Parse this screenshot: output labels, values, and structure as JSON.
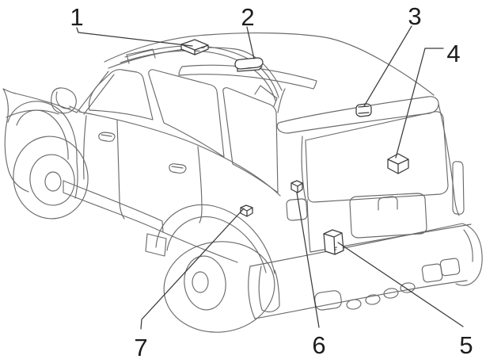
{
  "colors": {
    "background": "#ffffff",
    "line": "#6b6b6b",
    "marker": "#3a3a3a",
    "label": "#1d1d1d"
  },
  "figure": {
    "type": "component-location-diagram",
    "subject": "SUV rear three-quarter line drawing with numbered component location markers",
    "callout_count": "7"
  },
  "callouts": [
    {
      "label": "1",
      "marker_location": "front of roof"
    },
    {
      "label": "2",
      "marker_location": "center of roof"
    },
    {
      "label": "3",
      "marker_location": "rear spoiler"
    },
    {
      "label": "4",
      "marker_location": "upper rear window"
    },
    {
      "label": "5",
      "marker_location": "tailgate"
    },
    {
      "label": "6",
      "marker_location": "left edge of rear hatch"
    },
    {
      "label": "7",
      "marker_location": "left rear quarter panel"
    }
  ]
}
